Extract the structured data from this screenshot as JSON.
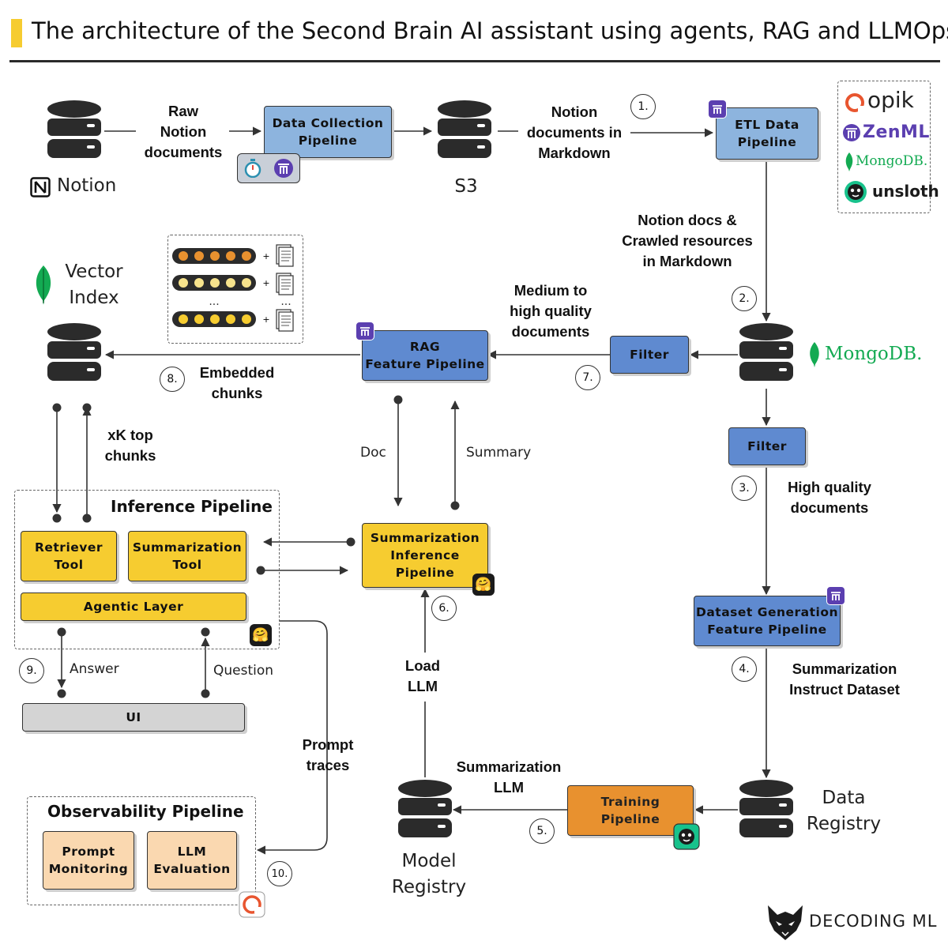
{
  "title": "The architecture of the Second Brain AI assistant using agents, RAG and LLMOps",
  "sources": {
    "notion": "Notion",
    "s3": "S3",
    "vector_index": "Vector\nIndex",
    "mongodb": "MongoDB.",
    "data_registry": "Data\nRegistry",
    "model_registry": "Model\nRegistry"
  },
  "pipelines": {
    "data_collection": "Data Collection\nPipeline",
    "etl": "ETL Data\nPipeline",
    "rag_feature": "RAG\nFeature Pipeline",
    "filter_top": "Filter",
    "filter_mid": "Filter",
    "dataset_generation": "Dataset Generation\nFeature Pipeline",
    "training": "Training\nPipeline",
    "summarization_inference": "Summarization\nInference\nPipeline",
    "inference_title": "Inference Pipeline",
    "retriever_tool": "Retriever\nTool",
    "summarization_tool": "Summarization\nTool",
    "agentic_layer": "Agentic Layer",
    "ui": "UI",
    "observability_title": "Observability Pipeline",
    "prompt_monitoring": "Prompt\nMonitoring",
    "llm_evaluation": "LLM\nEvaluation"
  },
  "labels": {
    "raw_notion": "Raw\nNotion\ndocuments",
    "notion_markdown": "Notion\ndocuments in\nMarkdown",
    "crawled": "Notion docs &\nCrawled resources\nin Markdown",
    "medium_high": "Medium to\nhigh quality\ndocuments",
    "embedded": "Embedded\nchunks",
    "xk_top": "xK top\nchunks",
    "doc": "Doc",
    "summary": "Summary",
    "high_quality": "High quality\ndocuments",
    "summarization_instruct": "Summarization\nInstruct Dataset",
    "summarization_llm": "Summarization\nLLM",
    "load_llm": "Load\nLLM",
    "answer": "Answer",
    "question": "Question",
    "prompt_traces": "Prompt\ntraces"
  },
  "steps": [
    "1.",
    "2.",
    "3.",
    "4.",
    "5.",
    "6.",
    "7.",
    "8.",
    "9.",
    "10."
  ],
  "tech_logos": {
    "opik": "opik",
    "zenml": "ZenML",
    "mongodb": "MongoDB.",
    "unsloth": "unsloth"
  },
  "brand": "DECODING ML",
  "icons": [
    "database-icon",
    "notion-icon",
    "mongodb-leaf-icon",
    "zenml-icon",
    "huggingface-icon",
    "unsloth-icon",
    "opik-icon",
    "stopwatch-icon",
    "document-icon",
    "wolf-logo"
  ],
  "colors": {
    "accent_yellow": "#f6cc30",
    "pipeline_blue": "#5f8ad0",
    "pipeline_light_blue": "#8db4de",
    "training_orange": "#e8912f",
    "observability_peach": "#fad8b0",
    "mongodb_green": "#13aa52",
    "zenml_purple": "#5b3fb0",
    "opik_orange": "#e8552f"
  }
}
